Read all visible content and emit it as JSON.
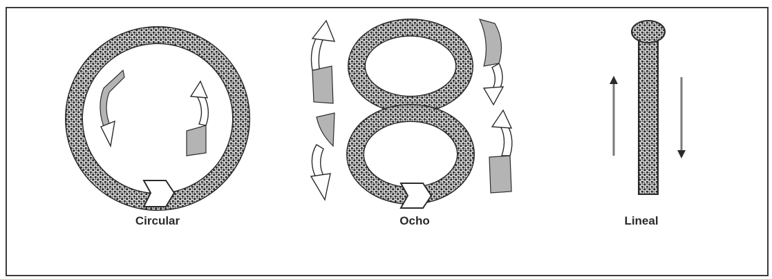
{
  "figure": {
    "patterns": [
      {
        "id": "circular",
        "label": "Circular"
      },
      {
        "id": "ocho",
        "label": "Ocho"
      },
      {
        "id": "lineal",
        "label": "Lineal"
      }
    ]
  },
  "colors": {
    "border": "#3a3a3a",
    "band": "#2b2b2b",
    "band_fill": "#e9e9e9",
    "arrow_dark": "#b4b4b4",
    "arrow_light": "#ffffff",
    "text": "#2a2a2a"
  }
}
